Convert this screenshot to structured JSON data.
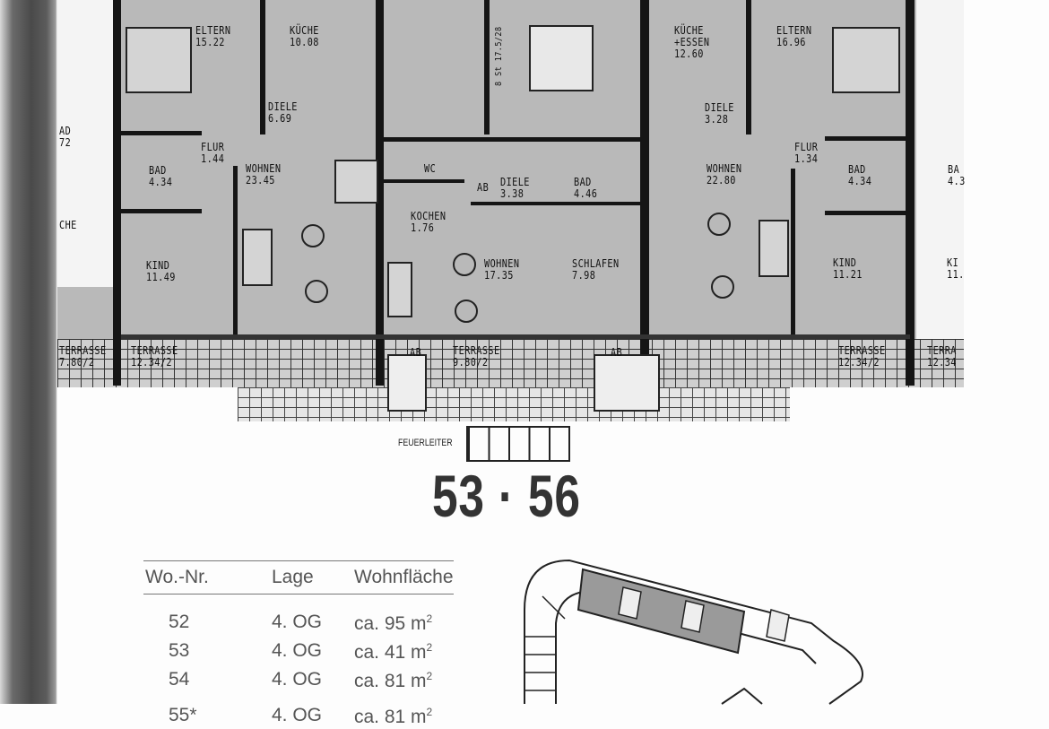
{
  "plan": {
    "rooms": [
      {
        "name": "ELTERN",
        "area": "15.22"
      },
      {
        "name": "KÜCHE",
        "area": "10.08"
      },
      {
        "name": "DIELE",
        "area": "6.69"
      },
      {
        "name": "FLUR",
        "area": "1.44"
      },
      {
        "name": "BAD",
        "area": "4.34"
      },
      {
        "name": "WOHNEN",
        "area": "23.45"
      },
      {
        "name": "KIND",
        "area": "11.49"
      },
      {
        "name": "TERRASSE",
        "area": "7.80/2"
      },
      {
        "name": "TERRASSE",
        "area": "12.34/2"
      },
      {
        "name": "WC"
      },
      {
        "name": "AB"
      },
      {
        "name": "DIELE",
        "area": "3.38"
      },
      {
        "name": "BAD",
        "area": "4.46"
      },
      {
        "name": "KOCHEN",
        "area": "1.76"
      },
      {
        "name": "WOHNEN",
        "area": "17.35"
      },
      {
        "name": "SCHLAFEN",
        "area": "7.98"
      },
      {
        "name": "AB"
      },
      {
        "name": "TERRASSE",
        "area": "9.80/2"
      },
      {
        "name": "AB"
      },
      {
        "name": "KÜCHE\n+ESSEN",
        "area": "12.60"
      },
      {
        "name": "ELTERN",
        "area": "16.96"
      },
      {
        "name": "DIELE",
        "area": "3.28"
      },
      {
        "name": "WOHNEN",
        "area": "22.80"
      },
      {
        "name": "FLUR",
        "area": "1.34"
      },
      {
        "name": "BAD",
        "area": "4.34"
      },
      {
        "name": "KIND",
        "area": "11.21"
      },
      {
        "name": "TERRASSE",
        "area": "12.34/2"
      },
      {
        "name": "TERRA",
        "area": "12.34"
      },
      {
        "name": "BA",
        "area": "4.3"
      },
      {
        "name": "KI",
        "area": "11."
      },
      {
        "name": "AD",
        "area": "72"
      },
      {
        "name": "CHE"
      }
    ],
    "stair_note": "8 St 17.5/28",
    "fire_ladder": "FEUERLEITER"
  },
  "title": "53 · 56",
  "table": {
    "headers": [
      "Wo.-Nr.",
      "Lage",
      "Wohnfläche"
    ],
    "rows": [
      {
        "nr": "52",
        "lage": "4. OG",
        "flaeche": "ca. 95 m",
        "sup": "2"
      },
      {
        "nr": "53",
        "lage": "4. OG",
        "flaeche": "ca. 41 m",
        "sup": "2"
      },
      {
        "nr": "54",
        "lage": "4. OG",
        "flaeche": "ca. 81 m",
        "sup": "2"
      },
      {
        "nr": "55*",
        "lage": "4. OG",
        "flaeche": "ca. 81 m",
        "sup": "2"
      }
    ]
  }
}
